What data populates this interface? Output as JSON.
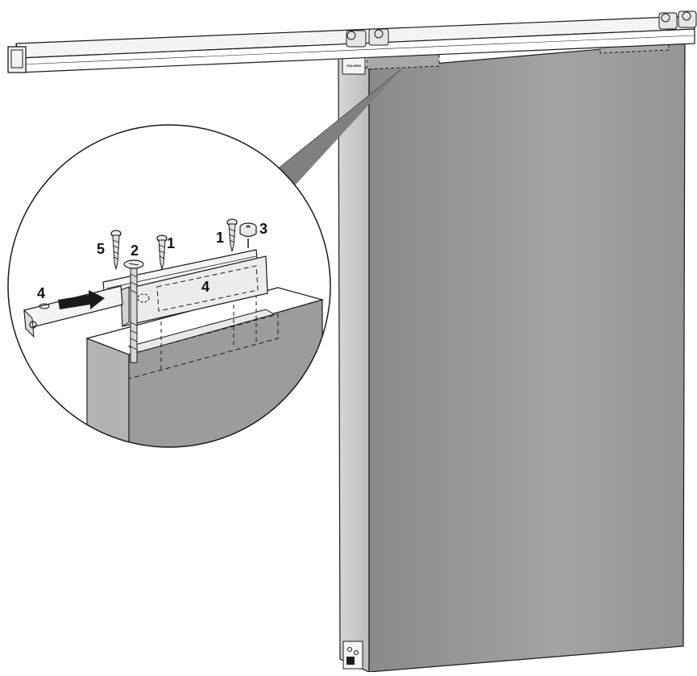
{
  "diagram": {
    "callouts": [
      {
        "id": "screw-5",
        "label": "5"
      },
      {
        "id": "bolt-2",
        "label": "2"
      },
      {
        "id": "screw-1a",
        "label": "1"
      },
      {
        "id": "screw-1b",
        "label": "1"
      },
      {
        "id": "cap-3",
        "label": "3"
      },
      {
        "id": "arrow-4",
        "label": "4"
      },
      {
        "id": "bracket-4",
        "label": "4"
      }
    ],
    "door_label": "SOLIDEN",
    "colors": {
      "door_face": "#9a9a9a",
      "door_edge": "#c4c4c4",
      "rail": "#f4f4f4",
      "outline": "#1a1a1a",
      "inset_face": "#8c8c8c"
    }
  }
}
